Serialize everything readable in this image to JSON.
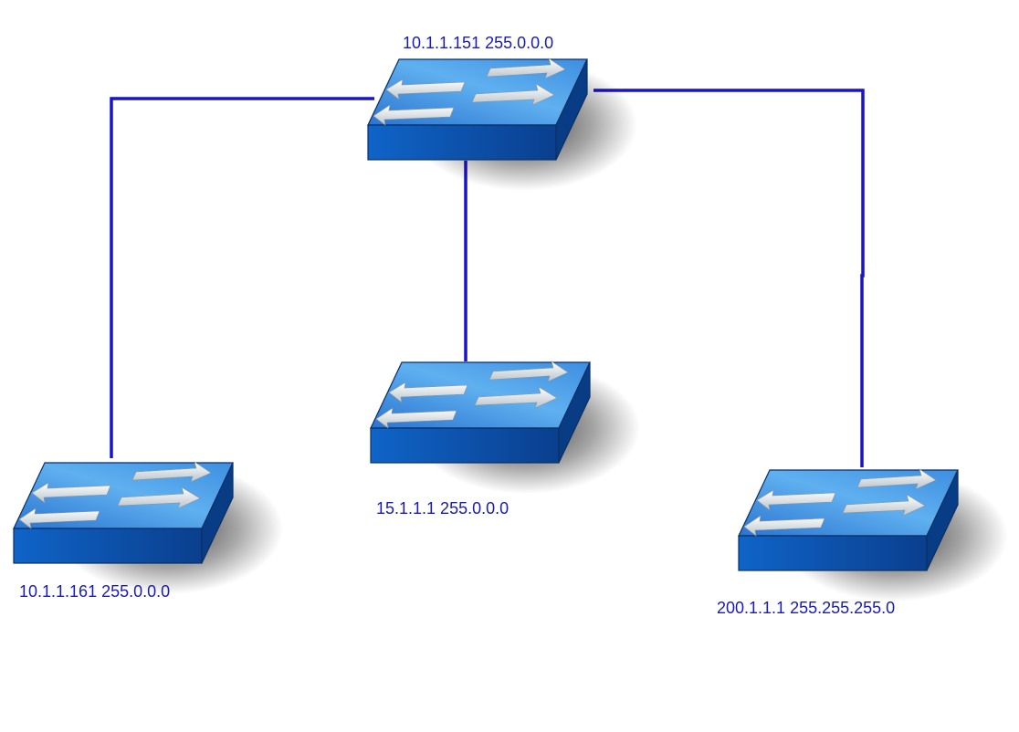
{
  "switches": {
    "top": {
      "label": "10.1.1.151 255.0.0.0"
    },
    "center": {
      "label": "15.1.1.1 255.0.0.0"
    },
    "left": {
      "label": "10.1.1.161 255.0.0.0"
    },
    "right": {
      "label": "200.1.1.1 255.255.255.0"
    }
  },
  "colors": {
    "link": "#1a14c8",
    "label": "#1a1ab4",
    "switch_top_light": "#5fb0f0",
    "switch_top_dark": "#1e63c4",
    "switch_front": "#0b56b6",
    "switch_side": "#083c85"
  },
  "icons": {
    "switch": "network-switch-icon",
    "arrows": "bidirectional-arrows"
  }
}
